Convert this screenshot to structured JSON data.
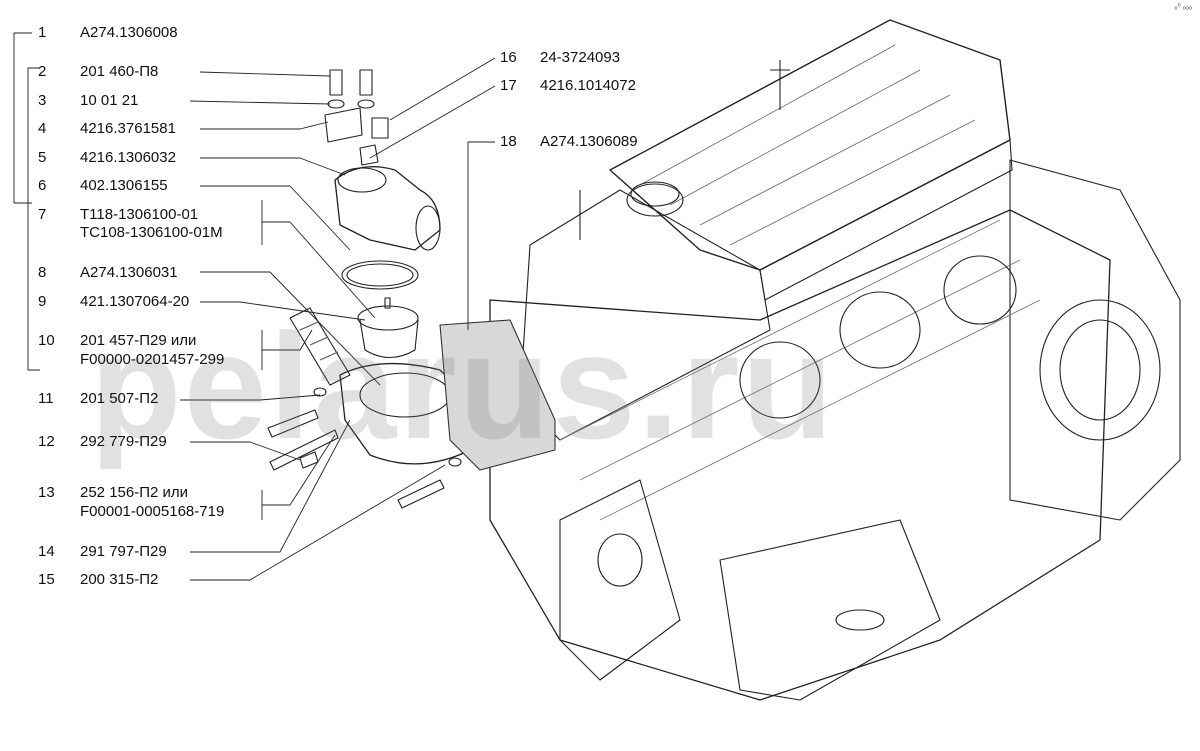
{
  "parts": [
    {
      "num": "1",
      "code": "А274.1306008"
    },
    {
      "num": "2",
      "code": "201 460-П8"
    },
    {
      "num": "3",
      "code": "10 01 21"
    },
    {
      "num": "4",
      "code": "4216.3761581"
    },
    {
      "num": "5",
      "code": "4216.1306032"
    },
    {
      "num": "6",
      "code": "402.1306155"
    },
    {
      "num": "7",
      "code": "Т118-1306100-01",
      "code2": "ТС108-1306100-01М"
    },
    {
      "num": "8",
      "code": "А274.1306031"
    },
    {
      "num": "9",
      "code": "421.1307064-20"
    },
    {
      "num": "10",
      "code": "201 457-П29 или",
      "code2": "F00000-0201457-299"
    },
    {
      "num": "11",
      "code": "201 507-П2"
    },
    {
      "num": "12",
      "code": "292 779-П29"
    },
    {
      "num": "13",
      "code": "252 156-П2 или",
      "code2": "F00001-0005168-719"
    },
    {
      "num": "14",
      "code": "291 797-П29"
    },
    {
      "num": "15",
      "code": "200 315-П2"
    },
    {
      "num": "16",
      "code": "24-3724093"
    },
    {
      "num": "17",
      "code": "4216.1014072"
    },
    {
      "num": "18",
      "code": "А274.1306089"
    }
  ],
  "watermark": "pelarus.ru",
  "corner_mark": "ₒ⁰ ₒₒₒ"
}
